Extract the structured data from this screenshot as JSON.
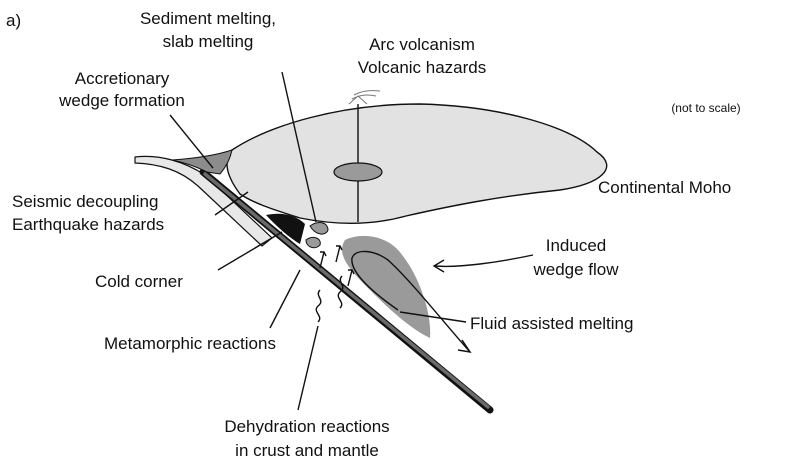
{
  "panel_label": "a)",
  "scale_note": "(not to scale)",
  "labels": {
    "sediment": [
      "Sediment melting,",
      "slab melting"
    ],
    "arc": [
      "Arc volcanism",
      "Volcanic hazards"
    ],
    "accretionary": [
      "Accretionary",
      "wedge formation"
    ],
    "moho": "Continental Moho",
    "seismic": [
      "Seismic decoupling",
      "Earthquake hazards"
    ],
    "induced": [
      "Induced",
      "wedge flow"
    ],
    "cold_corner": "Cold corner",
    "fluid": "Fluid assisted melting",
    "metamorphic": "Metamorphic reactions",
    "dehydration": [
      "Dehydration reactions",
      "in crust and mantle"
    ]
  },
  "colors": {
    "crust_fill": "#e2e2e2",
    "melt_zone": "#9a9a9a",
    "slab": "#555555",
    "cold_corner": "#111111",
    "outline": "#111111"
  }
}
